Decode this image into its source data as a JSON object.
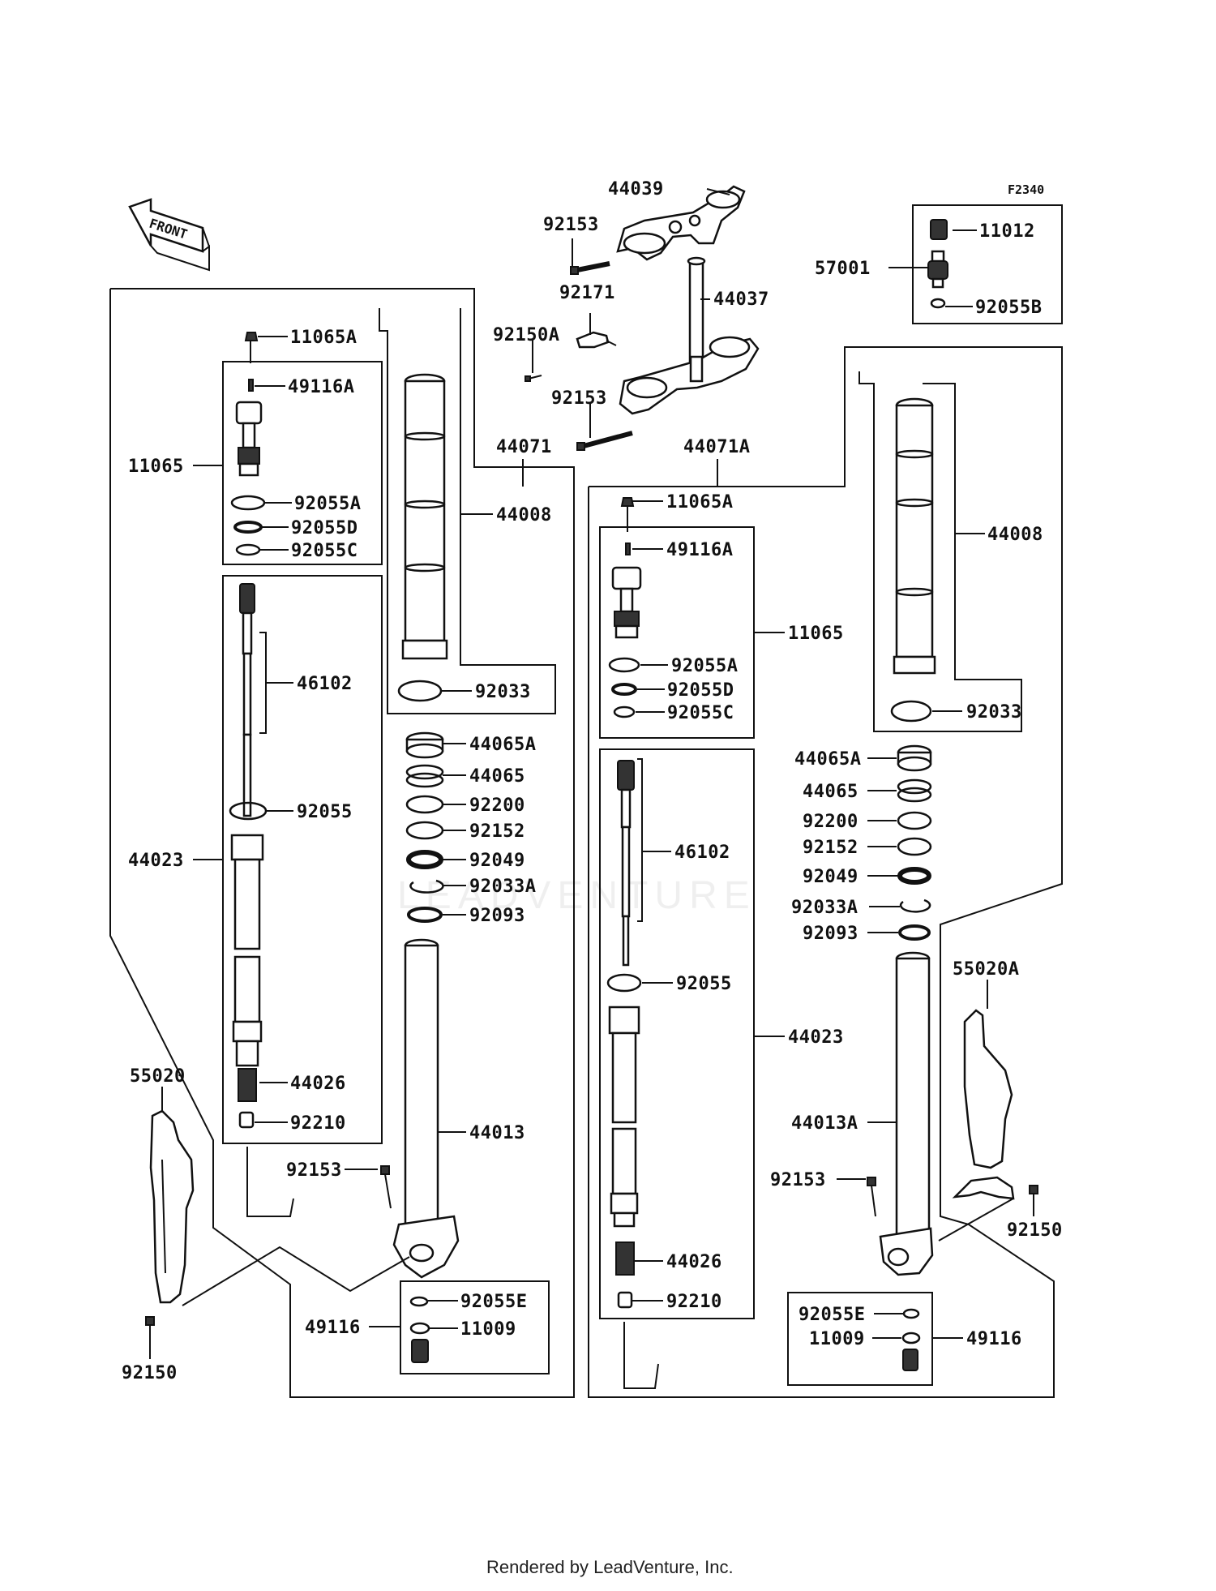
{
  "diagram": {
    "code": "F2340",
    "front_label": "FRONT",
    "watermark": "LEADVENTURE",
    "footer": "Rendered by LeadVenture, Inc.",
    "labels": [
      {
        "id": "l01",
        "text": "44039"
      },
      {
        "id": "l02",
        "text": "92153"
      },
      {
        "id": "l03",
        "text": "92171"
      },
      {
        "id": "l04",
        "text": "44037"
      },
      {
        "id": "l05",
        "text": "92150A"
      },
      {
        "id": "l06",
        "text": "92153"
      },
      {
        "id": "l07",
        "text": "11012"
      },
      {
        "id": "l08",
        "text": "57001"
      },
      {
        "id": "l09",
        "text": "92055B"
      },
      {
        "id": "l10",
        "text": "11065A"
      },
      {
        "id": "l11",
        "text": "49116A"
      },
      {
        "id": "l12",
        "text": "11065"
      },
      {
        "id": "l13",
        "text": "92055A"
      },
      {
        "id": "l14",
        "text": "92055D"
      },
      {
        "id": "l15",
        "text": "92055C"
      },
      {
        "id": "l16",
        "text": "44071"
      },
      {
        "id": "l17",
        "text": "44008"
      },
      {
        "id": "l18",
        "text": "46102"
      },
      {
        "id": "l19",
        "text": "92033"
      },
      {
        "id": "l20",
        "text": "92055"
      },
      {
        "id": "l21",
        "text": "44065A"
      },
      {
        "id": "l22",
        "text": "44065"
      },
      {
        "id": "l23",
        "text": "92200"
      },
      {
        "id": "l24",
        "text": "92152"
      },
      {
        "id": "l25",
        "text": "44023"
      },
      {
        "id": "l26",
        "text": "92049"
      },
      {
        "id": "l27",
        "text": "92033A"
      },
      {
        "id": "l28",
        "text": "92093"
      },
      {
        "id": "l29",
        "text": "55020"
      },
      {
        "id": "l30",
        "text": "44026"
      },
      {
        "id": "l31",
        "text": "92210"
      },
      {
        "id": "l32",
        "text": "44013"
      },
      {
        "id": "l33",
        "text": "92153"
      },
      {
        "id": "l34",
        "text": "92055E"
      },
      {
        "id": "l35",
        "text": "49116"
      },
      {
        "id": "l36",
        "text": "11009"
      },
      {
        "id": "l37",
        "text": "92150"
      },
      {
        "id": "l38",
        "text": "44071A"
      },
      {
        "id": "l39",
        "text": "11065A"
      },
      {
        "id": "l40",
        "text": "49116A"
      },
      {
        "id": "l41",
        "text": "11065"
      },
      {
        "id": "l42",
        "text": "92055A"
      },
      {
        "id": "l43",
        "text": "92055D"
      },
      {
        "id": "l44",
        "text": "92055C"
      },
      {
        "id": "l45",
        "text": "44008"
      },
      {
        "id": "l46",
        "text": "92033"
      },
      {
        "id": "l47",
        "text": "46102"
      },
      {
        "id": "l48",
        "text": "44065A"
      },
      {
        "id": "l49",
        "text": "44065"
      },
      {
        "id": "l50",
        "text": "92200"
      },
      {
        "id": "l51",
        "text": "92152"
      },
      {
        "id": "l52",
        "text": "92049"
      },
      {
        "id": "l53",
        "text": "92033A"
      },
      {
        "id": "l54",
        "text": "92093"
      },
      {
        "id": "l55",
        "text": "92055"
      },
      {
        "id": "l56",
        "text": "55020A"
      },
      {
        "id": "l57",
        "text": "44023"
      },
      {
        "id": "l58",
        "text": "44013A"
      },
      {
        "id": "l59",
        "text": "44026"
      },
      {
        "id": "l60",
        "text": "92153"
      },
      {
        "id": "l61",
        "text": "92150"
      },
      {
        "id": "l62",
        "text": "92210"
      },
      {
        "id": "l63",
        "text": "92055E"
      },
      {
        "id": "l64",
        "text": "11009"
      },
      {
        "id": "l65",
        "text": "49116"
      }
    ]
  }
}
